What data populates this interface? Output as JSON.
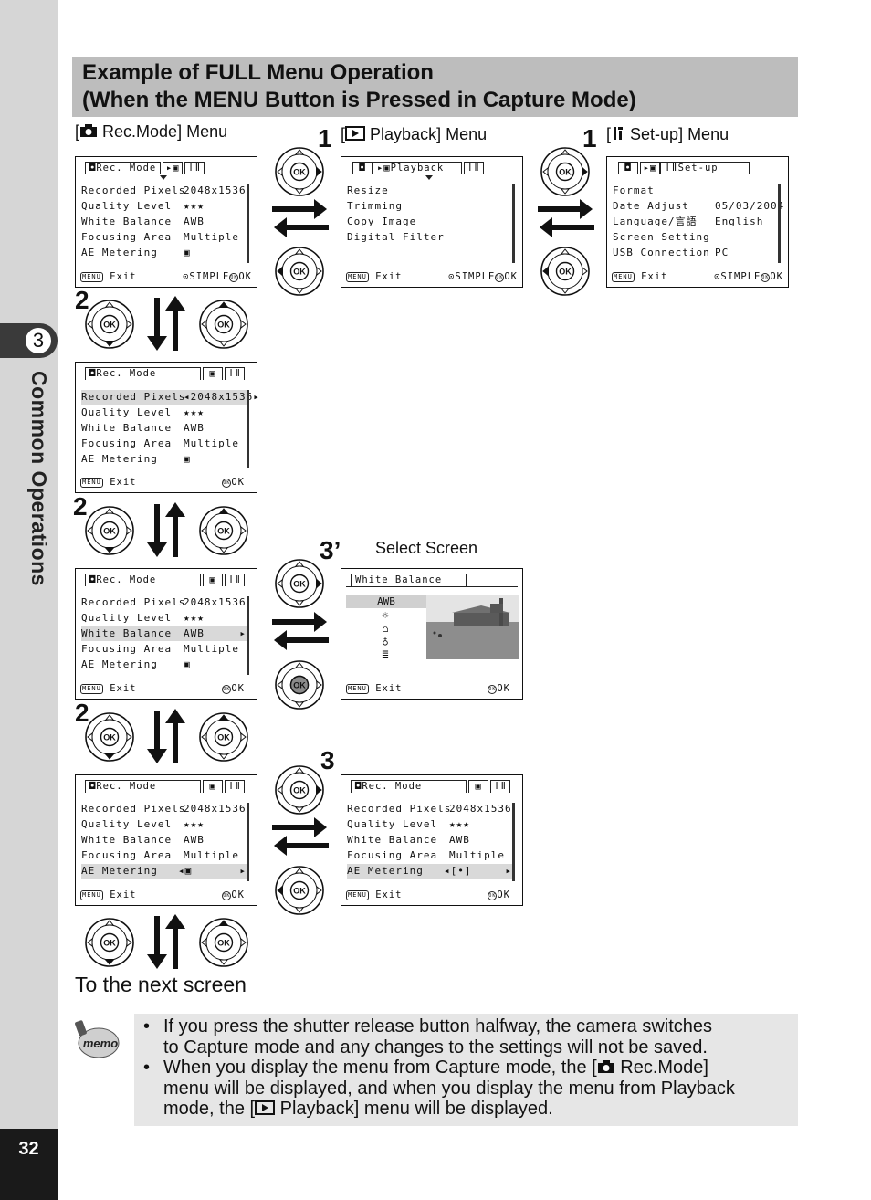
{
  "chapter": {
    "number": "3",
    "title": "Common Operations"
  },
  "page_number": "32",
  "header": {
    "line1": "Example of FULL Menu Operation",
    "line2": "(When the MENU Button is Pressed in Capture Mode)"
  },
  "captions": {
    "rec_menu": "Rec.Mode] Menu",
    "playback_menu": "Playback] Menu",
    "setup_menu": "Set-up] Menu",
    "select_screen": "Select Screen",
    "next_screen": "To the next screen"
  },
  "steps": {
    "one": "1",
    "two": "2",
    "three": "3",
    "three_prime": "3’"
  },
  "screens": {
    "rec_tab": "Rec. Mode",
    "playback_tab": "Playback",
    "setup_tab": "Set-up",
    "wb_tab": "White Balance",
    "rec_rows": [
      {
        "label": "Recorded Pixels",
        "value": "2048x1536"
      },
      {
        "label": "Quality Level",
        "value": "★★★"
      },
      {
        "label": "White Balance",
        "value": "AWB"
      },
      {
        "label": "Focusing Area",
        "value": "Multiple"
      },
      {
        "label": "AE Metering",
        "value": ""
      }
    ],
    "playback_rows": [
      "Resize",
      "Trimming",
      "Copy Image",
      "Digital Filter"
    ],
    "setup_rows": [
      {
        "label": "Format",
        "value": ""
      },
      {
        "label": "Date Adjust",
        "value": "05/03/2004"
      },
      {
        "label": "Language/言語",
        "value": "English"
      },
      {
        "label": "Screen Setting",
        "value": ""
      },
      {
        "label": "USB Connection",
        "value": "PC"
      }
    ],
    "wb_first": "AWB",
    "footer_exit": "Exit",
    "footer_simple": "SIMPLE",
    "footer_ok": "OK",
    "menu_key": "MENU",
    "ok_key": "OK"
  },
  "memo": {
    "icon_text": "memo",
    "bullets": [
      {
        "lines": [
          "If you press the shutter release button halfway, the camera switches",
          "to Capture mode and any changes to the settings will not be saved."
        ]
      },
      {
        "lines": [
          "When you display the menu from Capture mode, the [",
          "Rec.Mode]",
          "menu will be displayed, and when you display the menu from Playback",
          "mode, the [",
          "Playback] menu will be displayed."
        ]
      }
    ]
  }
}
